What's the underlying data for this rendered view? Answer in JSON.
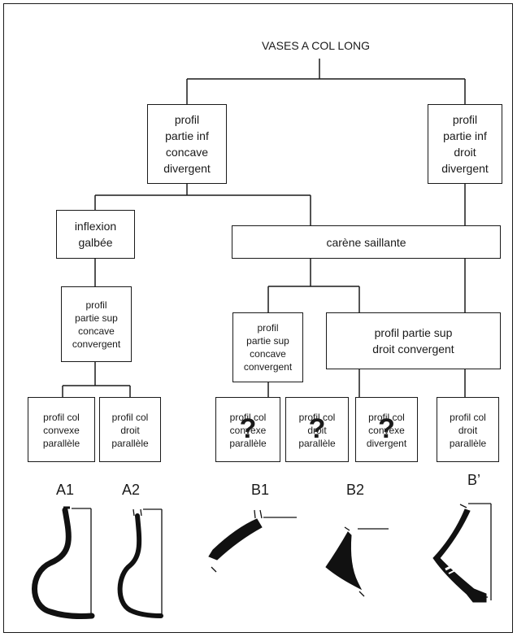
{
  "title": "VASES A COL LONG",
  "nodes": {
    "a": "profil\npartie inf\nconcave\ndivergent",
    "b": "profil\npartie inf\ndroit\ndivergent",
    "inflexion": "inflexion\ngalbée",
    "carene": "carène saillante",
    "a_sup": "profil\npartie sup\nconcave\nconvergent",
    "b_sup_concave": "profil\npartie sup\nconcave\nconvergent",
    "b_sup_droit": "profil  partie sup\ndroit convergent"
  },
  "leaves": [
    {
      "label": "profil col\nconvexe\nparallèle",
      "uncertain": false
    },
    {
      "label": "profil col\ndroit\nparallèle",
      "uncertain": false
    },
    {
      "label": "profil col\nconvexe\nparallèle",
      "uncertain": true
    },
    {
      "label": "profil col\ndroit\nparallèle",
      "uncertain": true
    },
    {
      "label": "profil col\nconvexe\ndivergent",
      "uncertain": true
    },
    {
      "label": "profil col\ndroit\nparallèle",
      "uncertain": false
    }
  ],
  "uncertain_mark": "?",
  "profile_labels": [
    "A1",
    "A2",
    "B1",
    "B2",
    "B’"
  ]
}
